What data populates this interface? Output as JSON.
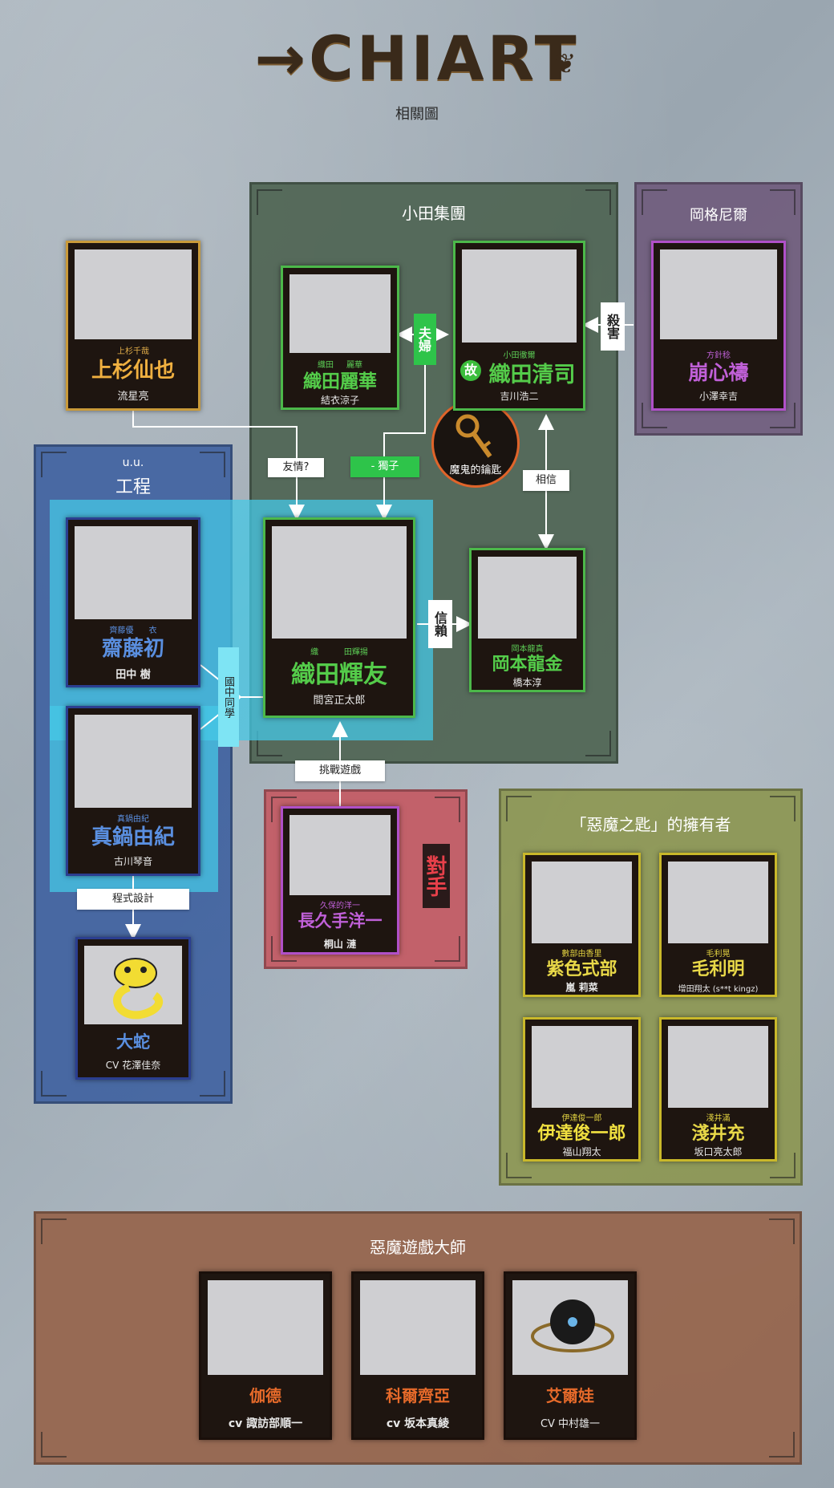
{
  "header": {
    "title": "CHIART",
    "arrow": "→",
    "subtitle": "相關圖",
    "flourish": "❦"
  },
  "panels": {
    "oda": "小田集團",
    "okuneal": "岡格尼爾",
    "uu_top": "u.u.",
    "uu": "工程",
    "rival_vertical": "對手",
    "owners": "「惡魔之匙」的擁有者",
    "masters": "惡魔遊戲大師"
  },
  "cards": {
    "uesugi": {
      "role": "上杉千哉",
      "name": "上杉仙也",
      "actor": "流星亮"
    },
    "reika": {
      "role_left": "織田",
      "role_right": "麗華",
      "name": "織田麗華",
      "actor": "結衣涼子"
    },
    "seiji": {
      "role": "小田徹爾",
      "badge": "故",
      "name": "織田清司",
      "actor": "吉川浩二"
    },
    "hoshin": {
      "role": "方針稔",
      "name": "崩心禱",
      "actor": "小澤幸吉"
    },
    "saito": {
      "role_left": "齊藤優",
      "role_right": "衣",
      "name": "齋藤初",
      "actor": "田中 樹"
    },
    "teruo": {
      "role_left": "織",
      "role_right": "田輝揚",
      "name": "織田輝友",
      "actor": "間宮正太郎"
    },
    "okamoto": {
      "role": "岡本龍真",
      "name": "岡本龍金",
      "actor": "橋本淳"
    },
    "manabe": {
      "role": "真鍋由紀",
      "name": "真鍋由紀",
      "actor": "古川琴音"
    },
    "nagakute": {
      "role": "久保的洋一",
      "name": "長久手洋一",
      "actor": "桐山 漣"
    },
    "orochi": {
      "name": "大蛇",
      "actor": "CV 花澤佳奈"
    },
    "shikibu": {
      "role": "數部由香里",
      "name": "紫色式部",
      "actor": "嵐 莉菜"
    },
    "mouri": {
      "role": "毛利晃",
      "name": "毛利明",
      "actor": "增田翔太 (s**t kingz)"
    },
    "date": {
      "role": "伊達俊一郎",
      "name": "伊達俊一郎",
      "actor": "福山翔太"
    },
    "asai": {
      "role": "淺井滿",
      "name": "淺井充",
      "actor": "坂口亮太郎"
    },
    "gad": {
      "name": "伽德",
      "actor": "cv 諏訪部順一"
    },
    "korezia": {
      "name": "科爾齊亞",
      "actor": "cv 坂本真綾"
    },
    "erva": {
      "name": "艾爾娃",
      "actor": "CV 中村雄一"
    }
  },
  "relations": {
    "couple": "夫婦",
    "kill": "殺害",
    "friendship": "友情?",
    "only_son": "- 獨子",
    "key": "魔鬼的鑰匙",
    "trust": "相信",
    "trust2": "信賴",
    "classmate": "國中同學",
    "challenge": "挑戰遊戲",
    "programming": "程式設計"
  }
}
